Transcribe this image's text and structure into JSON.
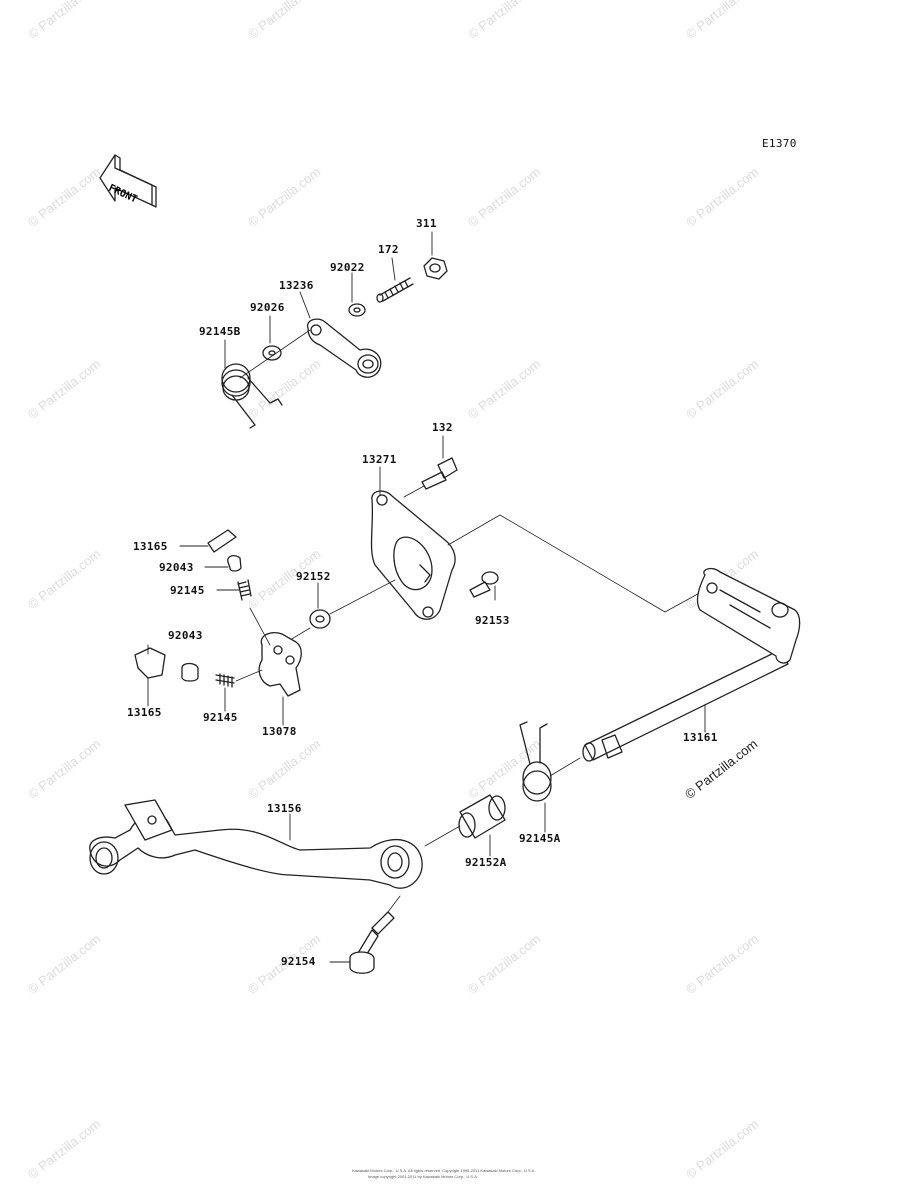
{
  "diagram_code": "E1370",
  "front_label": "FRONT",
  "watermark_text": "© Partzilla.com",
  "footer": {
    "line1": "Kawasaki Motors Corp., U.S.A. All rights reserved. Copyright 1995-2011 Kawasaki Motors Corp., U.S.A.",
    "line2": "Image copyright 2001-2011 by Kawasaki Motors Corp., U.S.A."
  },
  "parts": {
    "p311": "311",
    "p172": "172",
    "p92022": "92022",
    "p13236": "13236",
    "p92026": "92026",
    "p92145B": "92145B",
    "p132": "132",
    "p13271": "13271",
    "p13165a": "13165",
    "p92043a": "92043",
    "p92145a": "92145",
    "p92152": "92152",
    "p92153": "92153",
    "p92043b": "92043",
    "p13165b": "13165",
    "p92145b": "92145",
    "p13078": "13078",
    "p13161": "13161",
    "p13156": "13156",
    "p92145A": "92145A",
    "p92152A": "92152A",
    "p92154": "92154"
  }
}
